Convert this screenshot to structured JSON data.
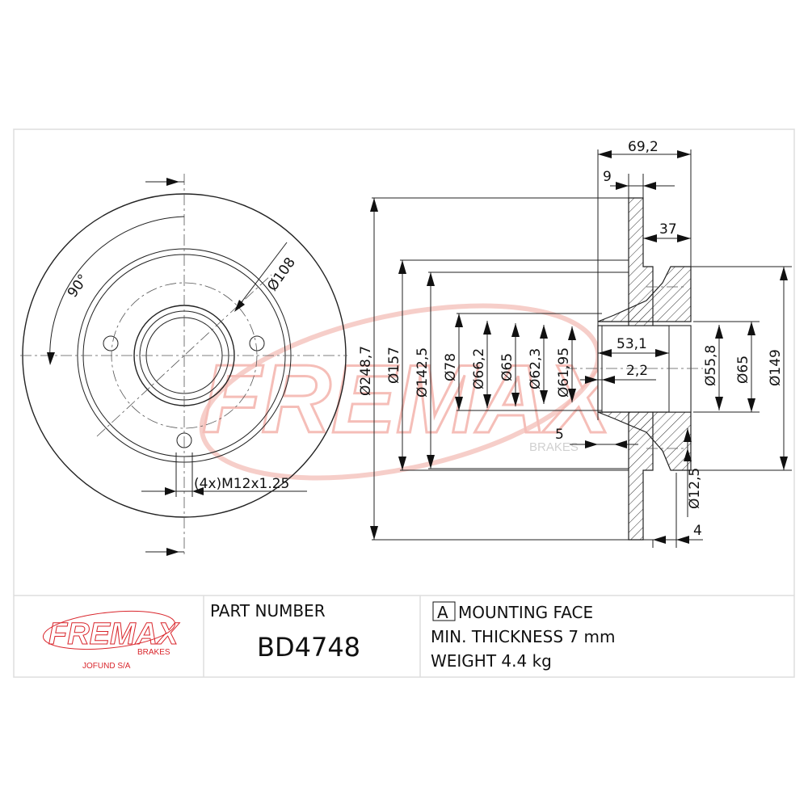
{
  "front_view": {
    "angle_label": "90°",
    "pcd_label": "Ø108",
    "thread_label": "(4x)M12x1.25"
  },
  "section_view": {
    "overall_height": "69,2",
    "disc_thickness": "9",
    "offset": "37",
    "left_diameters": [
      "Ø248,7",
      "Ø157",
      "Ø142,5",
      "Ø78",
      "Ø66,2",
      "Ø65",
      "Ø62,3",
      "Ø61,95"
    ],
    "right_diameters": [
      "Ø55,8",
      "Ø65",
      "Ø149"
    ],
    "bore_depth": "53,1",
    "groove": "2,2",
    "recess": "5",
    "hole_diameter": "Ø12,5",
    "flange": "4"
  },
  "watermark": {
    "brand": "FREMAX",
    "sub": "BRAKES"
  },
  "title_block": {
    "logo_brand": "FREMAX",
    "logo_sub": "BRAKES",
    "company": "JOFUND S/A",
    "part_number_label": "PART NUMBER",
    "part_number": "BD4748",
    "datum_letter": "A",
    "mounting_face": "MOUNTING FACE",
    "min_thickness": "MIN. THICKNESS 7 mm",
    "weight": "WEIGHT 4.4 kg"
  },
  "colors": {
    "brand_red": "#d9262c",
    "watermark": "#f6c9c4",
    "line": "#222222"
  }
}
